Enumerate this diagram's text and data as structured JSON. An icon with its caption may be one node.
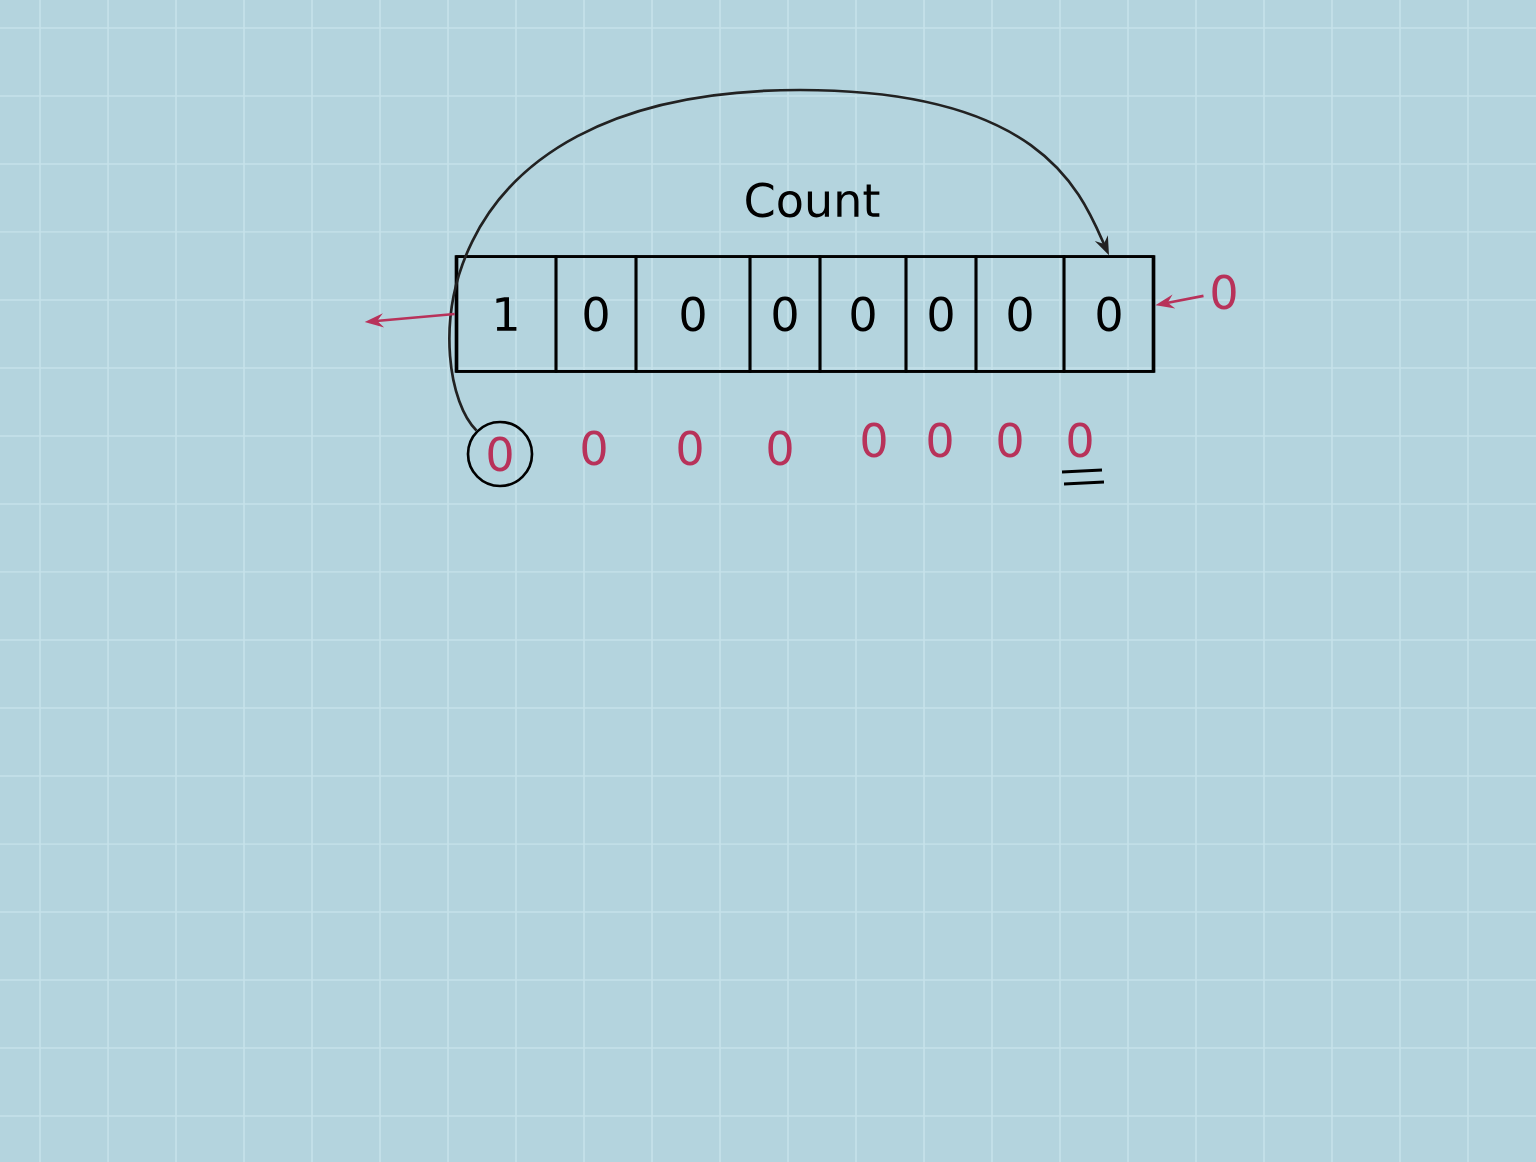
{
  "diagram": {
    "nodes": [
      {
        "text": [],
        "shape": "box"
      },
      {
        "text": [
          "1"
        ],
        "in": 0
      },
      {
        "text": [
          "0"
        ],
        "in": 0
      },
      {
        "text": [
          "0"
        ],
        "in": 0
      },
      {
        "text": [
          "0"
        ],
        "in": 0
      },
      {
        "text": [
          "0"
        ],
        "in": 0
      },
      {
        "text": [
          "0"
        ],
        "in": 0
      },
      {
        "text": [
          "0"
        ],
        "in": 0
      },
      {
        "text": [
          "0"
        ],
        "in": 0
      },
      {
        "text": [
          "0"
        ]
      },
      {
        "text": [
          "0"
        ]
      }
    ],
    "edges": [
      {
        "from": 9,
        "to": 8,
        "arrow": "to",
        "color": "#222222"
      },
      {
        "from": 1,
        "to": null,
        "arrow": "to",
        "color": "#b8325a"
      },
      {
        "from": 10,
        "to": 8,
        "arrow": "to",
        "color": "#b8325a"
      }
    ],
    "labels": [
      "Count",
      "0",
      "0",
      "0",
      "0",
      "0",
      "0",
      "0"
    ]
  }
}
